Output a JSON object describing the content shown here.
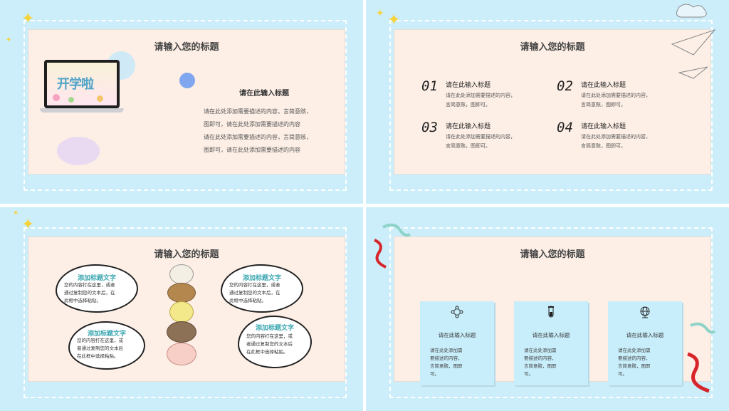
{
  "slide1": {
    "title": "请输入您的标题",
    "screen_text": "开学啦",
    "subtitle": "请在此输入标题",
    "lines": [
      "请在此处添加需要描述的内容，言简意赅，",
      "图即可，请在此处添加需要描述的内容",
      "请在此处添加需要描述的内容，言简意赅，",
      "图即可，请在此处添加需要描述的内容"
    ]
  },
  "slide2": {
    "title": "请输入您的标题",
    "items": [
      {
        "num": "01",
        "head": "请在此输入标题",
        "l1": "请在此处添加需要描述的内容，",
        "l2": "言简意赅，图即可。"
      },
      {
        "num": "02",
        "head": "请在此输入标题",
        "l1": "请在此处添加需要描述的内容，",
        "l2": "言简意赅，图即可。"
      },
      {
        "num": "03",
        "head": "请在此输入标题",
        "l1": "请在此处添加需要描述的内容，",
        "l2": "言简意赅，图即可。"
      },
      {
        "num": "04",
        "head": "请在此输入标题",
        "l1": "请在此处添加需要描述的内容，",
        "l2": "言简意赅，图即可。"
      }
    ]
  },
  "slide3": {
    "title": "请输入您的标题",
    "bubbles": [
      {
        "head": "添加标题文字",
        "l1": "您的内容打在这里，或者",
        "l2": "通过复制您的文本后，在",
        "l3": "此框中选择粘贴。"
      },
      {
        "head": "添加标题文字",
        "l1": "您的内容打在这里，或",
        "l2": "者通过复制您的文本后",
        "l3": "在此框中选择粘贴。"
      },
      {
        "head": "添加标题文字",
        "l1": "您的内容打在这里，或者",
        "l2": "通过复制您的文本后，在",
        "l3": "此框中选择粘贴。"
      },
      {
        "head": "添加标题文字",
        "l1": "您的内容打在这里，或",
        "l2": "者通过复制您的文本后",
        "l3": "在此框中选择粘贴。"
      }
    ]
  },
  "slide4": {
    "title": "请输入您的标题",
    "boxes": [
      {
        "icon": "network-icon",
        "head": "请在此输入标题",
        "l1": "请在此处添加需",
        "l2": "要描述的内容，",
        "l3": "言简意赅，图即",
        "l4": "可。"
      },
      {
        "icon": "test-tube-icon",
        "head": "请在此输入标题",
        "l1": "请在此处添加需",
        "l2": "要描述的内容，",
        "l3": "言简意赅，图即",
        "l4": "可。"
      },
      {
        "icon": "globe-icon",
        "head": "请在此输入标题",
        "l1": "请在此处添加需",
        "l2": "要描述的内容，",
        "l3": "言简意赅，图即",
        "l4": "可。"
      }
    ]
  }
}
